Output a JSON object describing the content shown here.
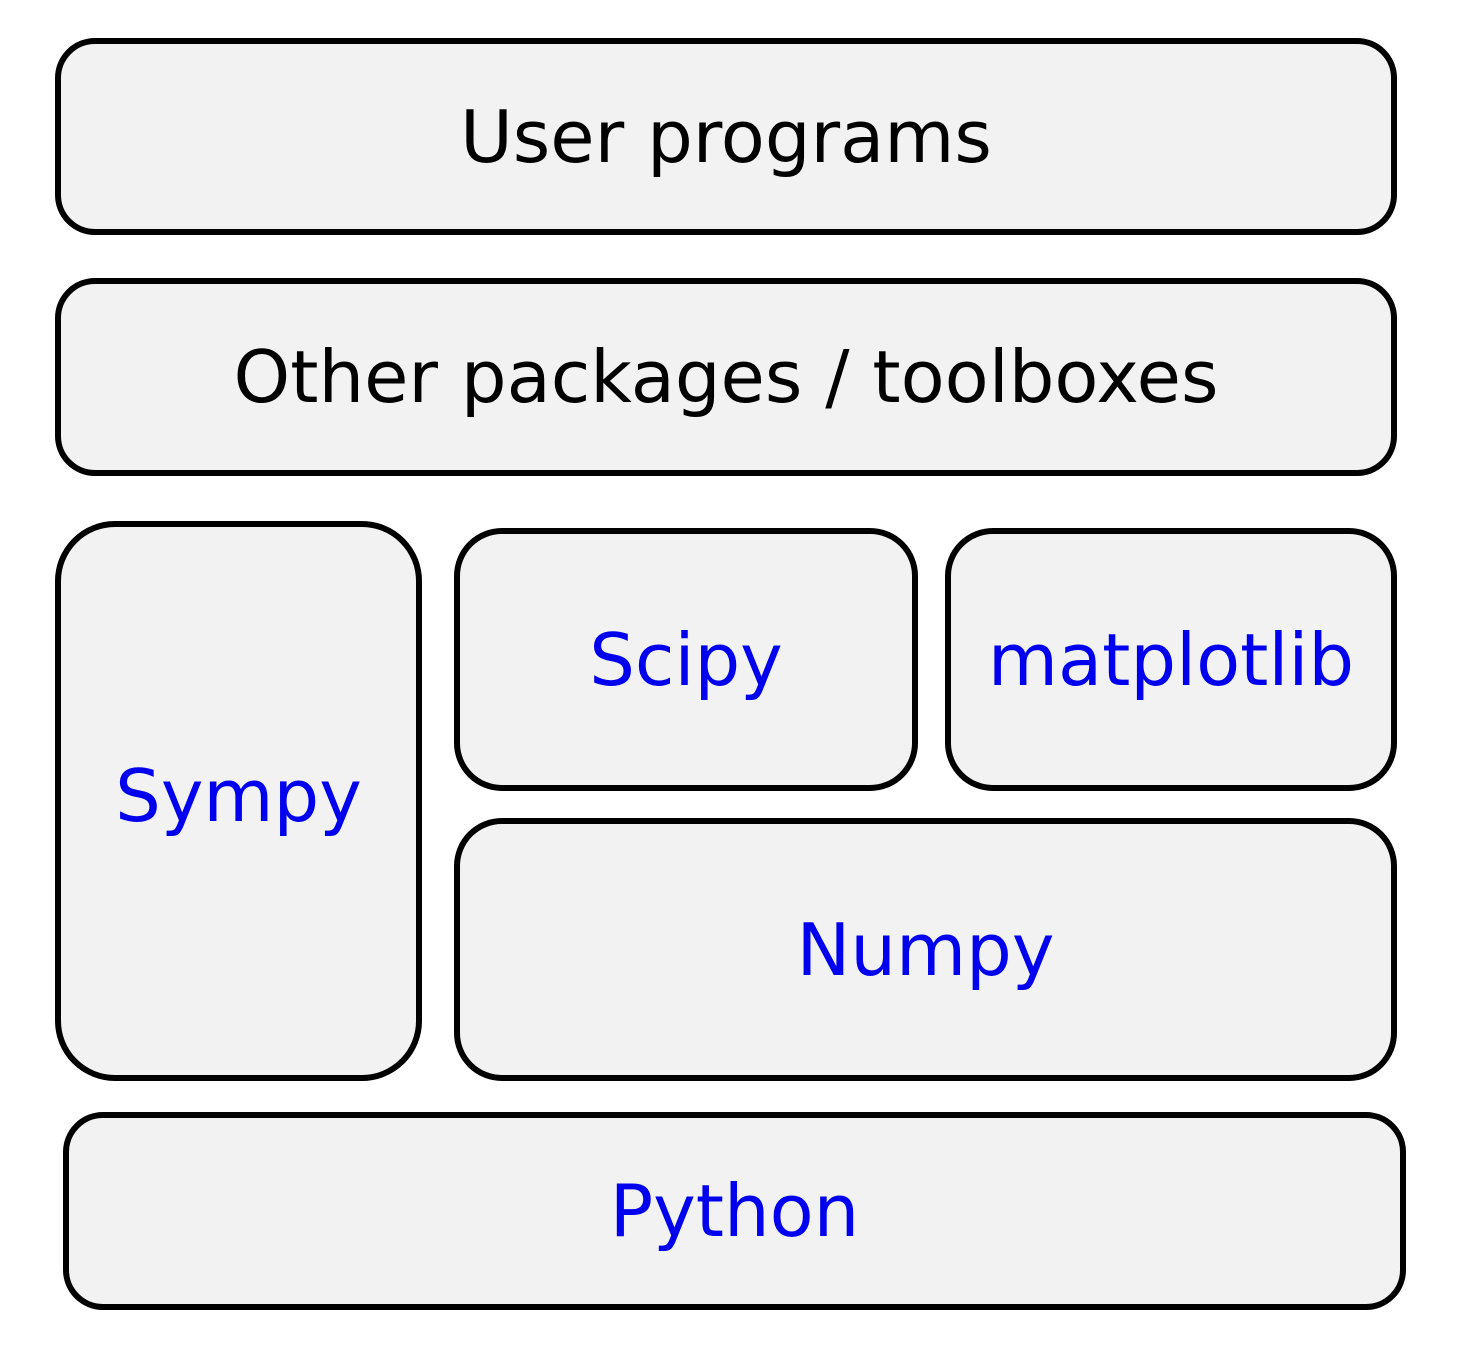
{
  "layers": {
    "user_programs": "User programs",
    "other_packages": "Other packages / toolboxes",
    "sympy": "Sympy",
    "scipy": "Scipy",
    "matplotlib": "matplotlib",
    "numpy": "Numpy",
    "python": "Python"
  },
  "colors": {
    "box_fill": "#f2f2f2",
    "border": "#000000",
    "label_dark": "#000000",
    "label_link": "#0000ee"
  }
}
